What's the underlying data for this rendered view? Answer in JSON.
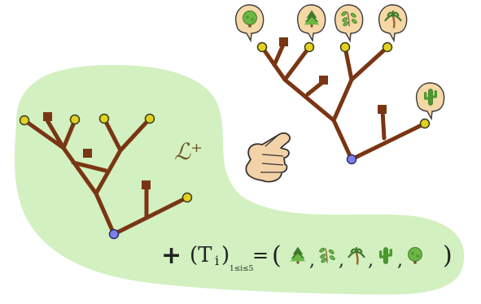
{
  "figure": {
    "operator_label": "ℒ⁺",
    "formula": {
      "plus_symbol": "+",
      "family_symbol": "(T",
      "family_index": "i",
      "family_close": ")",
      "index_range": "1≤i≤5",
      "equals": "=",
      "open_paren": "(",
      "separator": ",",
      "close_paren": ")"
    },
    "tuple_items": [
      "conifer",
      "sprout",
      "palm",
      "cactus",
      "deciduous"
    ],
    "bubble_items": [
      "deciduous",
      "conifer",
      "sprout",
      "palm",
      "cactus"
    ]
  }
}
